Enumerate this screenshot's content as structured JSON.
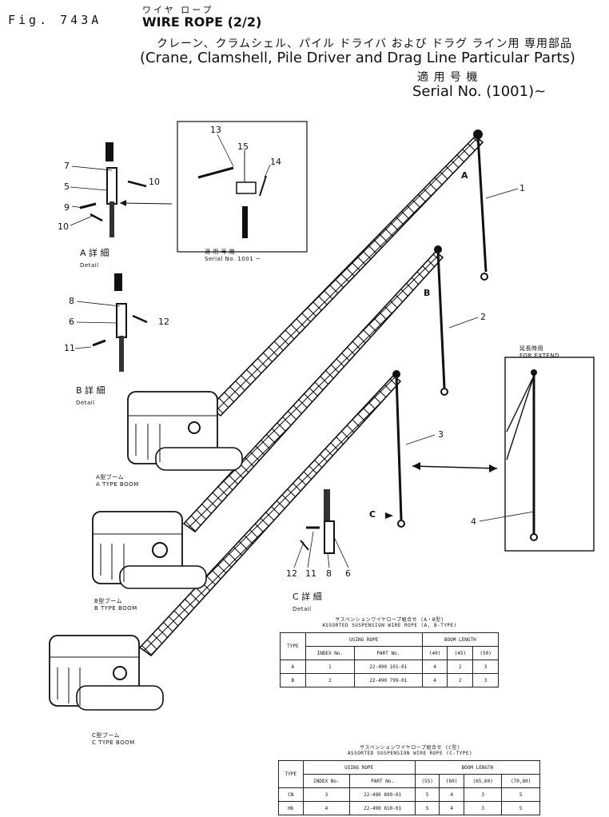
{
  "header": {
    "fig_no": "Fig. 743A",
    "title_jp": "ワイヤ ロープ",
    "title_en": "WIRE ROPE",
    "sheet": "(2/2)",
    "subtitle_jp": "クレーン、クラムシェル、パイル ドライバ および ドラグ ライン用 専用部品",
    "subtitle_en": "(Crane, Clamshell, Pile Driver and Drag Line Particular Parts)",
    "serial_jp": "適 用 号 機",
    "serial_en": "Serial No. (1001)~"
  },
  "callouts": {
    "n1": "1",
    "n2": "2",
    "n3": "3",
    "n4": "4",
    "n5": "5",
    "n6": "6",
    "n6b": "6",
    "n7": "7",
    "n8": "8",
    "n8b": "8",
    "n9": "9",
    "n10a": "10",
    "n10b": "10",
    "n11": "11",
    "n11b": "11",
    "n12": "12",
    "n12b": "12",
    "n13": "13",
    "n14": "14",
    "n15": "15",
    "A": "A",
    "B": "B",
    "C": "C"
  },
  "labels": {
    "detail_a_jp": "A 詳 細",
    "detail_a_en": "Detail",
    "detail_b_jp": "B 詳 細",
    "detail_b_en": "Detail",
    "detail_c_jp": "C 詳 細",
    "detail_c_en": "Detail",
    "inset_serial_jp": "適 用 号 機",
    "inset_serial_en": "Serial No. 1001 ~",
    "boom_a_jp": "A型ブーム",
    "boom_a_en": "A TYPE BOOM",
    "boom_b_jp": "B型ブーム",
    "boom_b_en": "B TYPE BOOM",
    "boom_c_jp": "C型ブーム",
    "boom_c_en": "C TYPE BOOM",
    "for_extend_jp": "延長時用",
    "for_extend_en": "FOR EXTEND"
  },
  "table_ab": {
    "caption_jp": "サスペンションワイヤロープ組合せ (A・B型)",
    "caption_en": "ASSORTED SUSPENSION WIRE ROPE (A, B-TYPE)",
    "h_type": "TYPE",
    "h_using": "USING ROPE",
    "h_boom": "BOOM LENGTH",
    "h_index": "INDEX No.",
    "h_part": "PART No.",
    "h_c1": "(40)",
    "h_c2": "(45)",
    "h_c3": "(50)",
    "rows": [
      {
        "type": "A",
        "index": "1",
        "part": "22-490 101-01",
        "c1": "4",
        "c2": "2",
        "c3": "3"
      },
      {
        "type": "B",
        "index": "2",
        "part": "22-490 799-01",
        "c1": "4",
        "c2": "2",
        "c3": "3"
      }
    ]
  },
  "table_c": {
    "caption_jp": "サスペンションワイヤロープ組合せ (C型)",
    "caption_en": "ASSORTED SUSPENSION WIRE ROPE (C-TYPE)",
    "h_type": "TYPE",
    "h_using": "USING ROPE",
    "h_boom": "BOOM LENGTH",
    "h_index": "INDEX No.",
    "h_part": "PART No.",
    "h_c1": "(55)",
    "h_c2": "(60)",
    "h_c3": "(65,60)",
    "h_c4": "(70,80)",
    "rows": [
      {
        "type": "CN",
        "index": "3",
        "part": "22-490 899-01",
        "c1": "5",
        "c2": "4",
        "c3": "3",
        "c4": "5"
      },
      {
        "type": "Hb",
        "index": "4",
        "part": "22-490 810-01",
        "c1": "5",
        "c2": "4",
        "c3": "3",
        "c4": "5"
      }
    ]
  }
}
